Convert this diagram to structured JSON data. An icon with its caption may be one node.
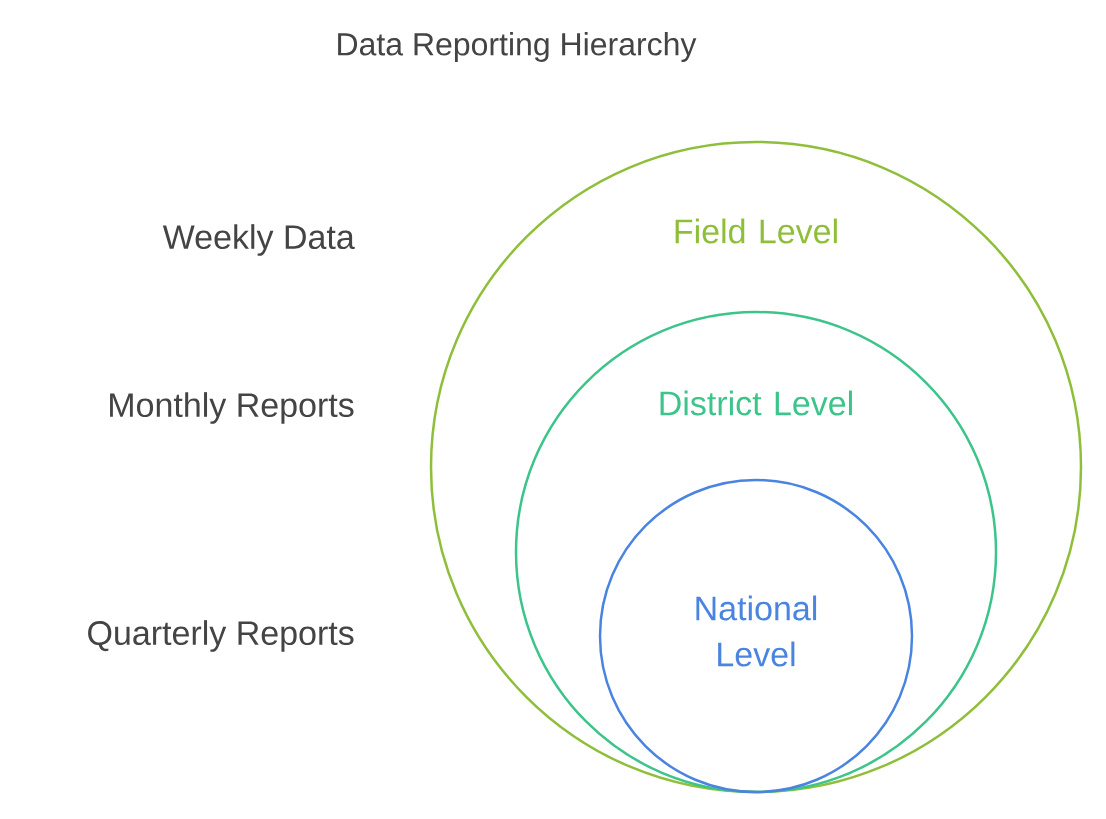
{
  "diagram": {
    "title": "Data Reporting Hierarchy",
    "nodes": [
      {
        "text": [
          "Field Level"
        ]
      },
      {
        "text": [
          "District Level"
        ],
        "in": 0
      },
      {
        "text": [
          "National Level"
        ],
        "in": 1
      }
    ],
    "labels": [
      "Weekly Data",
      "Monthly Reports",
      "Quarterly Reports"
    ]
  }
}
